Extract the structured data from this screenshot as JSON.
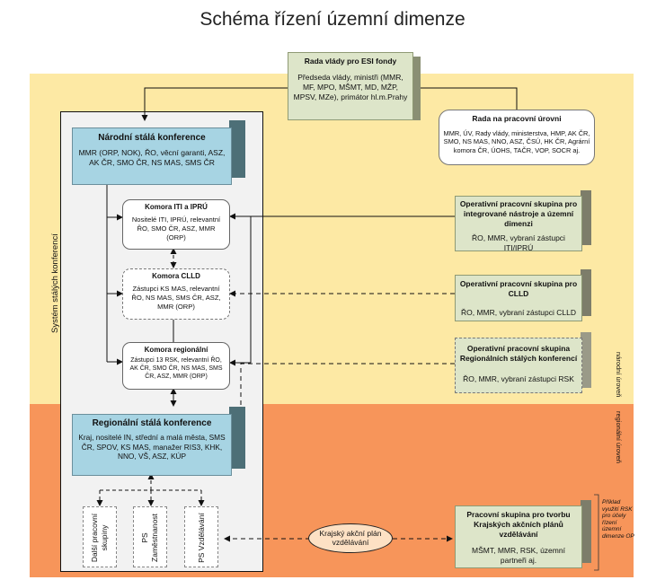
{
  "title": "Schéma řízení územní dimenze",
  "levels": {
    "national": "národní úroveň",
    "regional": "regionální úroveň"
  },
  "system_label": "Systém stálých konferencí",
  "rada_vlady": {
    "title": "Rada vlády pro ESI fondy",
    "body": "Předseda vlády, ministři (MMR, MF, MPO, MŠMT, MD, MŽP, MPSV, MZe), primátor hl.m.Prahy"
  },
  "rada_pracovni": {
    "title": "Rada na pracovní úrovni",
    "body": "MMR, ÚV, Rady vlády, ministerstva, HMP, AK ČR, SMO, NS MAS, NNO, ASZ, ČSÚ, HK ČR, Agrární komora ČR, ÚOHS, TAČR, VOP, SOCR aj."
  },
  "nsk": {
    "title": "Národní stálá konference",
    "body": "MMR (ORP, NOK), ŘO, věcní garanti, ASZ, AK ČR, SMO ČR, NS MAS, SMS ČR"
  },
  "komora_iti": {
    "title": "Komora ITI a IPRÚ",
    "body": "Nositelé ITI, IPRÚ, relevantní ŘO, SMO ČR, ASZ, MMR (ORP)"
  },
  "komora_clld": {
    "title": "Komora CLLD",
    "body": "Zástupci KS MAS, relevantní ŘO, NS MAS, SMS ČR, ASZ, MMR (ORP)"
  },
  "komora_reg": {
    "title": "Komora regionální",
    "body": "Zástupci 13 RSK, relevantní ŘO, AK ČR, SMO ČR, NS MAS, SMS ČR, ASZ, MMR (ORP)"
  },
  "rsk": {
    "title": "Regionální stálá konference",
    "body": "Kraj, nositelé IN, střední a malá města, SMS ČR, SPOV, KS MAS, manažer RIS3, KHK, NNO, VŠ, ASZ, KÚP"
  },
  "ops_iti": {
    "title": "Operativní pracovní skupina pro integrované nástroje a územní dimenzi",
    "body": "ŘO, MMR, vybraní zástupci ITI/IPRÚ"
  },
  "ops_clld": {
    "title": "Operativní pracovní skupina pro CLLD",
    "body": "ŘO, MMR, vybraní zástupci CLLD"
  },
  "ops_rsk": {
    "title": "Operativní pracovní skupina Regionálních stálých konferencí",
    "body": "ŘO, MMR, vybraní zástupci RSK"
  },
  "ps_kap": {
    "title": "Pracovní skupina pro tvorbu Krajských akčních plánů vzdělávání",
    "body": "MŠMT, MMR, RSK, územní partneři aj."
  },
  "sub_groups": [
    "Další pracovní skupiny",
    "PS Zaměstnanost",
    "PS Vzdělávání"
  ],
  "kap_label": "Krajský akční plán vzdělávání",
  "note": "Příklad využití RSK pro účely řízení územní dimenze OP",
  "colors": {
    "national_band": "#fde9a4",
    "regional_band": "#f7955a",
    "box_blue": "#a7d4e3",
    "box_green": "#dde5c9"
  }
}
